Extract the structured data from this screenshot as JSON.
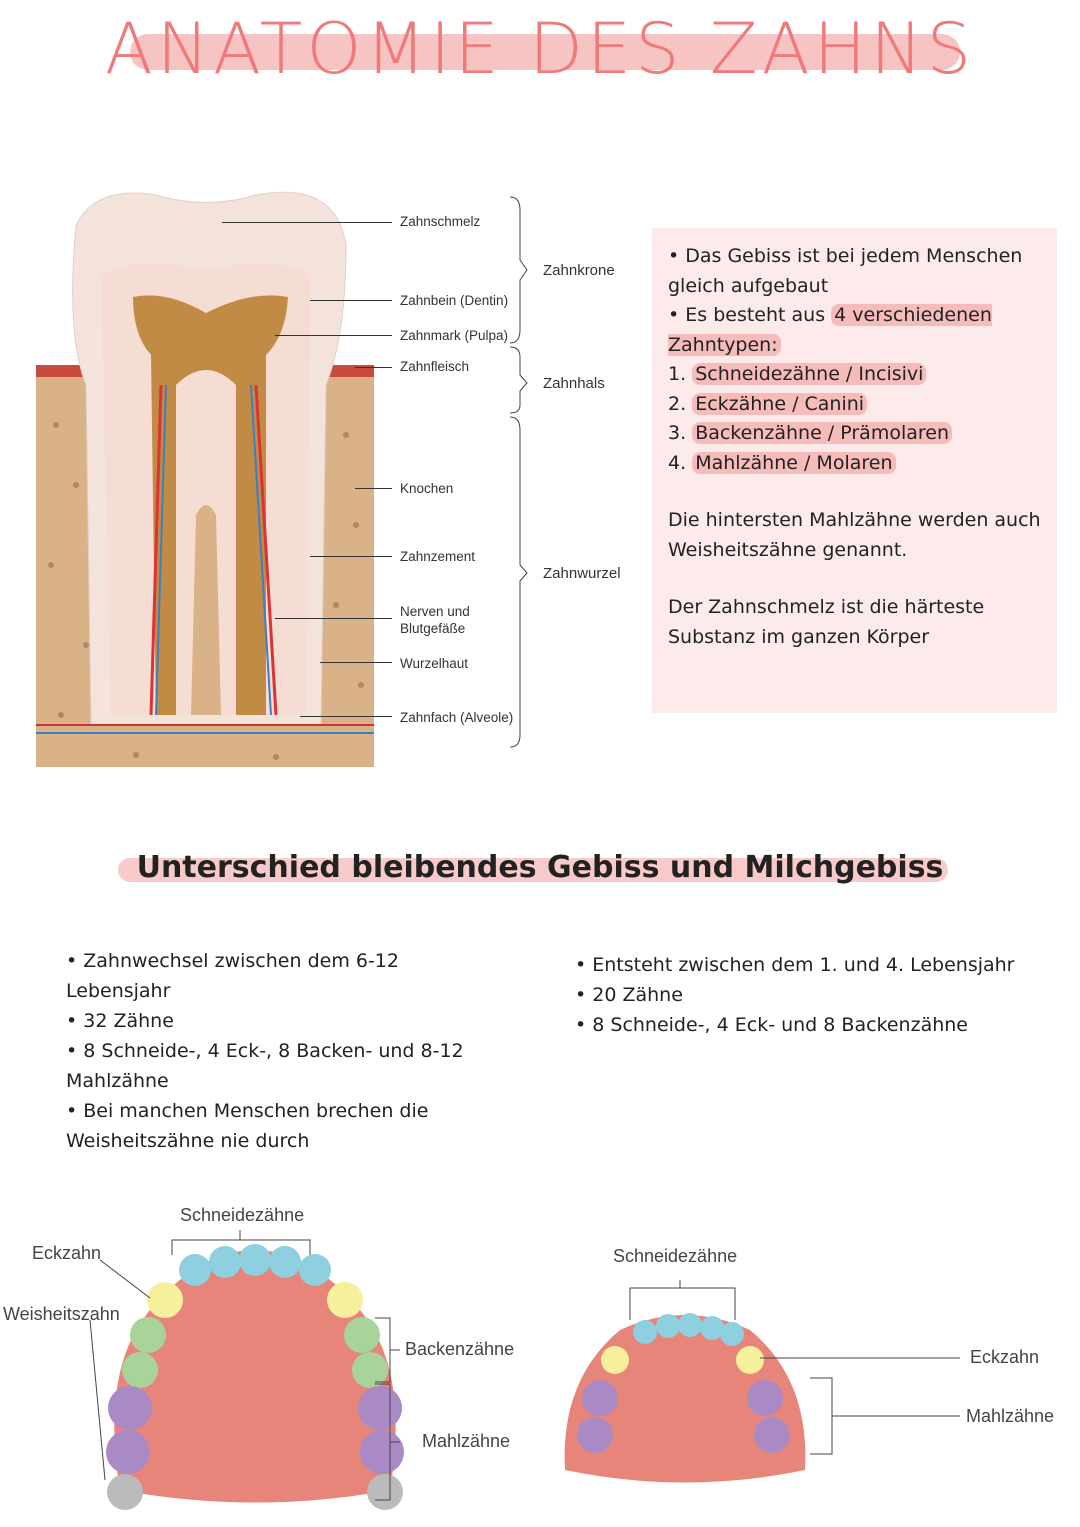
{
  "title": "ANATOMIE DES ZAHNS",
  "tooth_diagram": {
    "labels": [
      "Zahnschmelz",
      "Zahnbein (Dentin)",
      "Zahnmark (Pulpa)",
      "Zahnfleisch",
      "Knochen",
      "Zahnzement",
      "Nerven und Blutgefäße",
      "Wurzelhaut",
      "Zahnfach (Alveole)"
    ],
    "groups": [
      "Zahnkrone",
      "Zahnhals",
      "Zahnwurzel"
    ]
  },
  "notes": {
    "line1": "Das Gebiss ist bei jedem Menschen gleich aufgebaut",
    "line2_pre": "Es besteht aus ",
    "line2_hl": "4 verschiedenen Zahntypen:",
    "types": [
      {
        "num": "1.",
        "name": "Schneidezähne",
        "latin": "Incisivi"
      },
      {
        "num": "2.",
        "name": "Eckzähne",
        "latin": "Canini"
      },
      {
        "num": "3.",
        "name": "Backenzähne",
        "latin": "Prämolaren"
      },
      {
        "num": "4.",
        "name": "Mahlzähne",
        "latin": "Molaren"
      }
    ],
    "para1": "Die hintersten Mahlzähne werden auch Weisheitszähne genannt.",
    "para2": "Der Zahnschmelz ist die härteste Substanz im ganzen Körper"
  },
  "subheading": "Unterschied bleibendes Gebiss und Milchgebiss",
  "permanent": [
    "Zahnwechsel zwischen dem 6-12 Lebensjahr",
    "32 Zähne",
    "8 Schneide-, 4 Eck-, 8 Backen- und 8-12 Mahlzähne",
    "Bei manchen Menschen brechen die Weisheitszähne nie durch"
  ],
  "milk": [
    "Entsteht zwischen dem 1. und 4. Lebensjahr",
    "20 Zähne",
    "8 Schneide-, 4 Eck- und 8 Backenzähne"
  ],
  "jaw_permanent": {
    "labels": [
      "Schneidezähne",
      "Eckzahn",
      "Weisheitszahn",
      "Backenzähne",
      "Mahlzähne"
    ]
  },
  "jaw_milk": {
    "labels": [
      "Schneidezähne",
      "Eckzahn",
      "Mahlzähne"
    ]
  },
  "colors": {
    "accent": "#ef7a7a",
    "highlight": "#f6bcbc",
    "note_bg": "#fdeaea"
  }
}
